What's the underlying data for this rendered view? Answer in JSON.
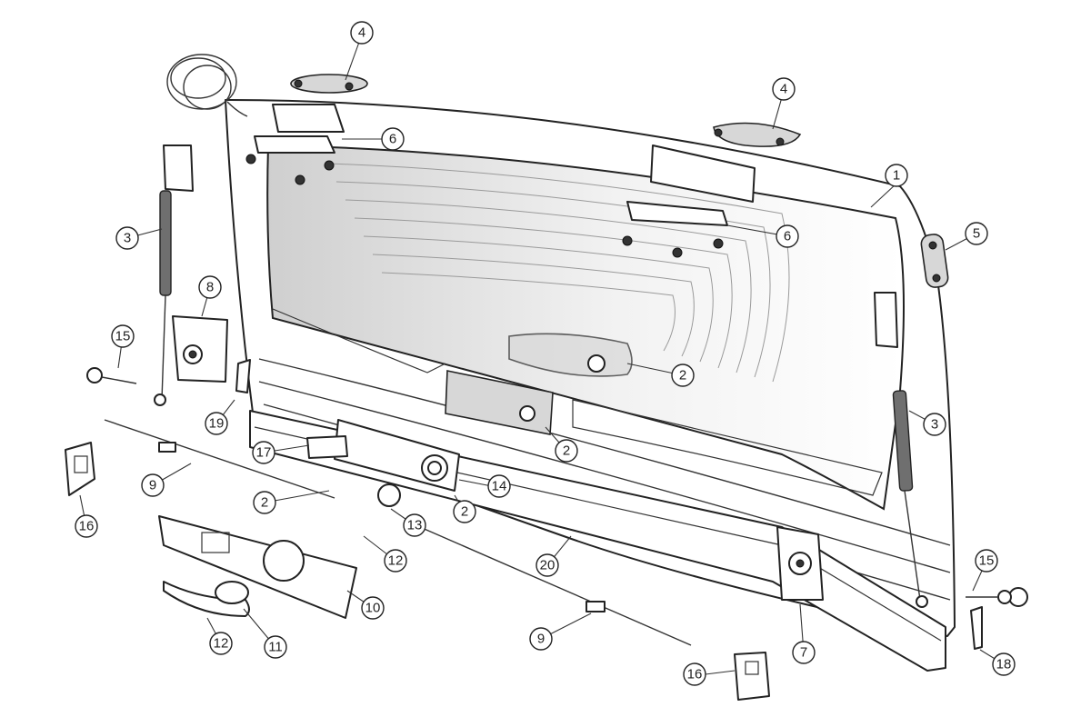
{
  "callouts": [
    {
      "id": "c1",
      "label": "1"
    },
    {
      "id": "c2a",
      "label": "2"
    },
    {
      "id": "c2b",
      "label": "2"
    },
    {
      "id": "c2c",
      "label": "2"
    },
    {
      "id": "c2d",
      "label": "2"
    },
    {
      "id": "c3a",
      "label": "3"
    },
    {
      "id": "c3b",
      "label": "3"
    },
    {
      "id": "c4a",
      "label": "4"
    },
    {
      "id": "c4b",
      "label": "4"
    },
    {
      "id": "c5",
      "label": "5"
    },
    {
      "id": "c6a",
      "label": "6"
    },
    {
      "id": "c6b",
      "label": "6"
    },
    {
      "id": "c7",
      "label": "7"
    },
    {
      "id": "c8",
      "label": "8"
    },
    {
      "id": "c9a",
      "label": "9"
    },
    {
      "id": "c9b",
      "label": "9"
    },
    {
      "id": "c10",
      "label": "10"
    },
    {
      "id": "c11",
      "label": "11"
    },
    {
      "id": "c12a",
      "label": "12"
    },
    {
      "id": "c12b",
      "label": "12"
    },
    {
      "id": "c13",
      "label": "13"
    },
    {
      "id": "c14",
      "label": "14"
    },
    {
      "id": "c15a",
      "label": "15"
    },
    {
      "id": "c15b",
      "label": "15"
    },
    {
      "id": "c16a",
      "label": "16"
    },
    {
      "id": "c16b",
      "label": "16"
    },
    {
      "id": "c17",
      "label": "17"
    },
    {
      "id": "c18",
      "label": "18"
    },
    {
      "id": "c19",
      "label": "19"
    },
    {
      "id": "c20",
      "label": "20"
    }
  ]
}
